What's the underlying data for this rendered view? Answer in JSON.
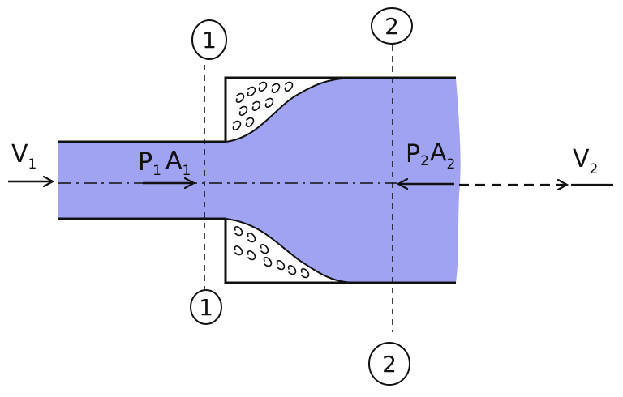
{
  "colors": {
    "fluid": "#a0a2f2",
    "ink": "#111111",
    "background": "#ffffff"
  },
  "labels": {
    "v1": {
      "main": "V",
      "sub": "1"
    },
    "v2": {
      "main": "V",
      "sub": "2"
    },
    "p1": {
      "main": "P",
      "sub": "1"
    },
    "a1": {
      "main": "A",
      "sub": "1"
    },
    "p2": {
      "main": "P",
      "sub": "2"
    },
    "a2": {
      "main": "A",
      "sub": "2"
    },
    "section1": "1",
    "section2": "2"
  },
  "icons": [
    "velocity-arrow",
    "force-arrow",
    "eddy-swirl"
  ]
}
